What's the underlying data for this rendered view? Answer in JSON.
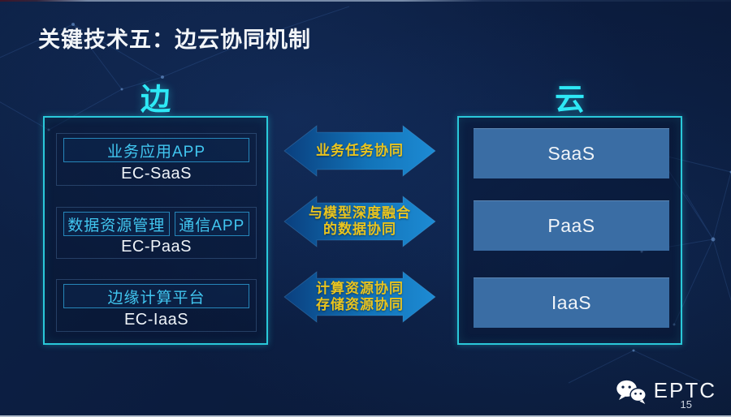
{
  "title": "关键技术五：边云协同机制",
  "edge": {
    "header": "边",
    "groups": [
      {
        "apps": [
          "业务应用APP"
        ],
        "layer": "EC-SaaS"
      },
      {
        "apps": [
          "数据资源管理",
          "通信APP"
        ],
        "layer": "EC-PaaS"
      },
      {
        "apps": [
          "边缘计算平台"
        ],
        "layer": "EC-IaaS"
      }
    ]
  },
  "cloud": {
    "header": "云",
    "layers": [
      "SaaS",
      "PaaS",
      "IaaS"
    ]
  },
  "arrows": [
    {
      "lines": [
        "业务任务协同",
        ""
      ]
    },
    {
      "lines": [
        "与模型深度融合",
        "的数据协同"
      ]
    },
    {
      "lines": [
        "计算资源协同",
        "存储资源协同"
      ]
    }
  ],
  "footer": {
    "brand": "EPTC",
    "page": "15"
  },
  "colors": {
    "accent_cyan": "#2ee9f6",
    "label_cyan": "#41c6f0",
    "arrow_text": "#e9c41f",
    "arrow_dark": "#0a3f7e",
    "arrow_light": "#1d8bd4",
    "cloud_box": "#3a6da4",
    "bg_navy": "#0b1c3e"
  }
}
